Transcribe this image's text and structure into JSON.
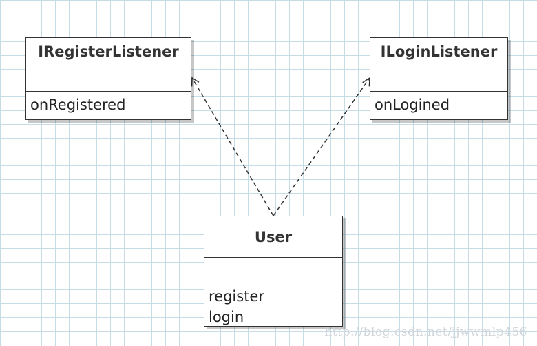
{
  "classes": {
    "iregister_listener": {
      "name": "IRegisterListener",
      "operations": [
        "onRegistered"
      ]
    },
    "ilogin_listener": {
      "name": "ILoginListener",
      "operations": [
        "onLogined"
      ]
    },
    "user": {
      "name": "User",
      "operations": [
        "register",
        "login"
      ]
    }
  },
  "relations": [
    {
      "from": "User",
      "to": "IRegisterListener",
      "type": "realization",
      "style": "dashed"
    },
    {
      "from": "User",
      "to": "ILoginListener",
      "type": "realization",
      "style": "dashed"
    }
  ],
  "watermark": "http://blog.csdn.net/jjwwmlp456",
  "colors": {
    "grid": "#c6dde8",
    "border": "#333333",
    "shadow": "rgba(0,0,0,0.22)",
    "watermark": "#d0d6dc"
  }
}
